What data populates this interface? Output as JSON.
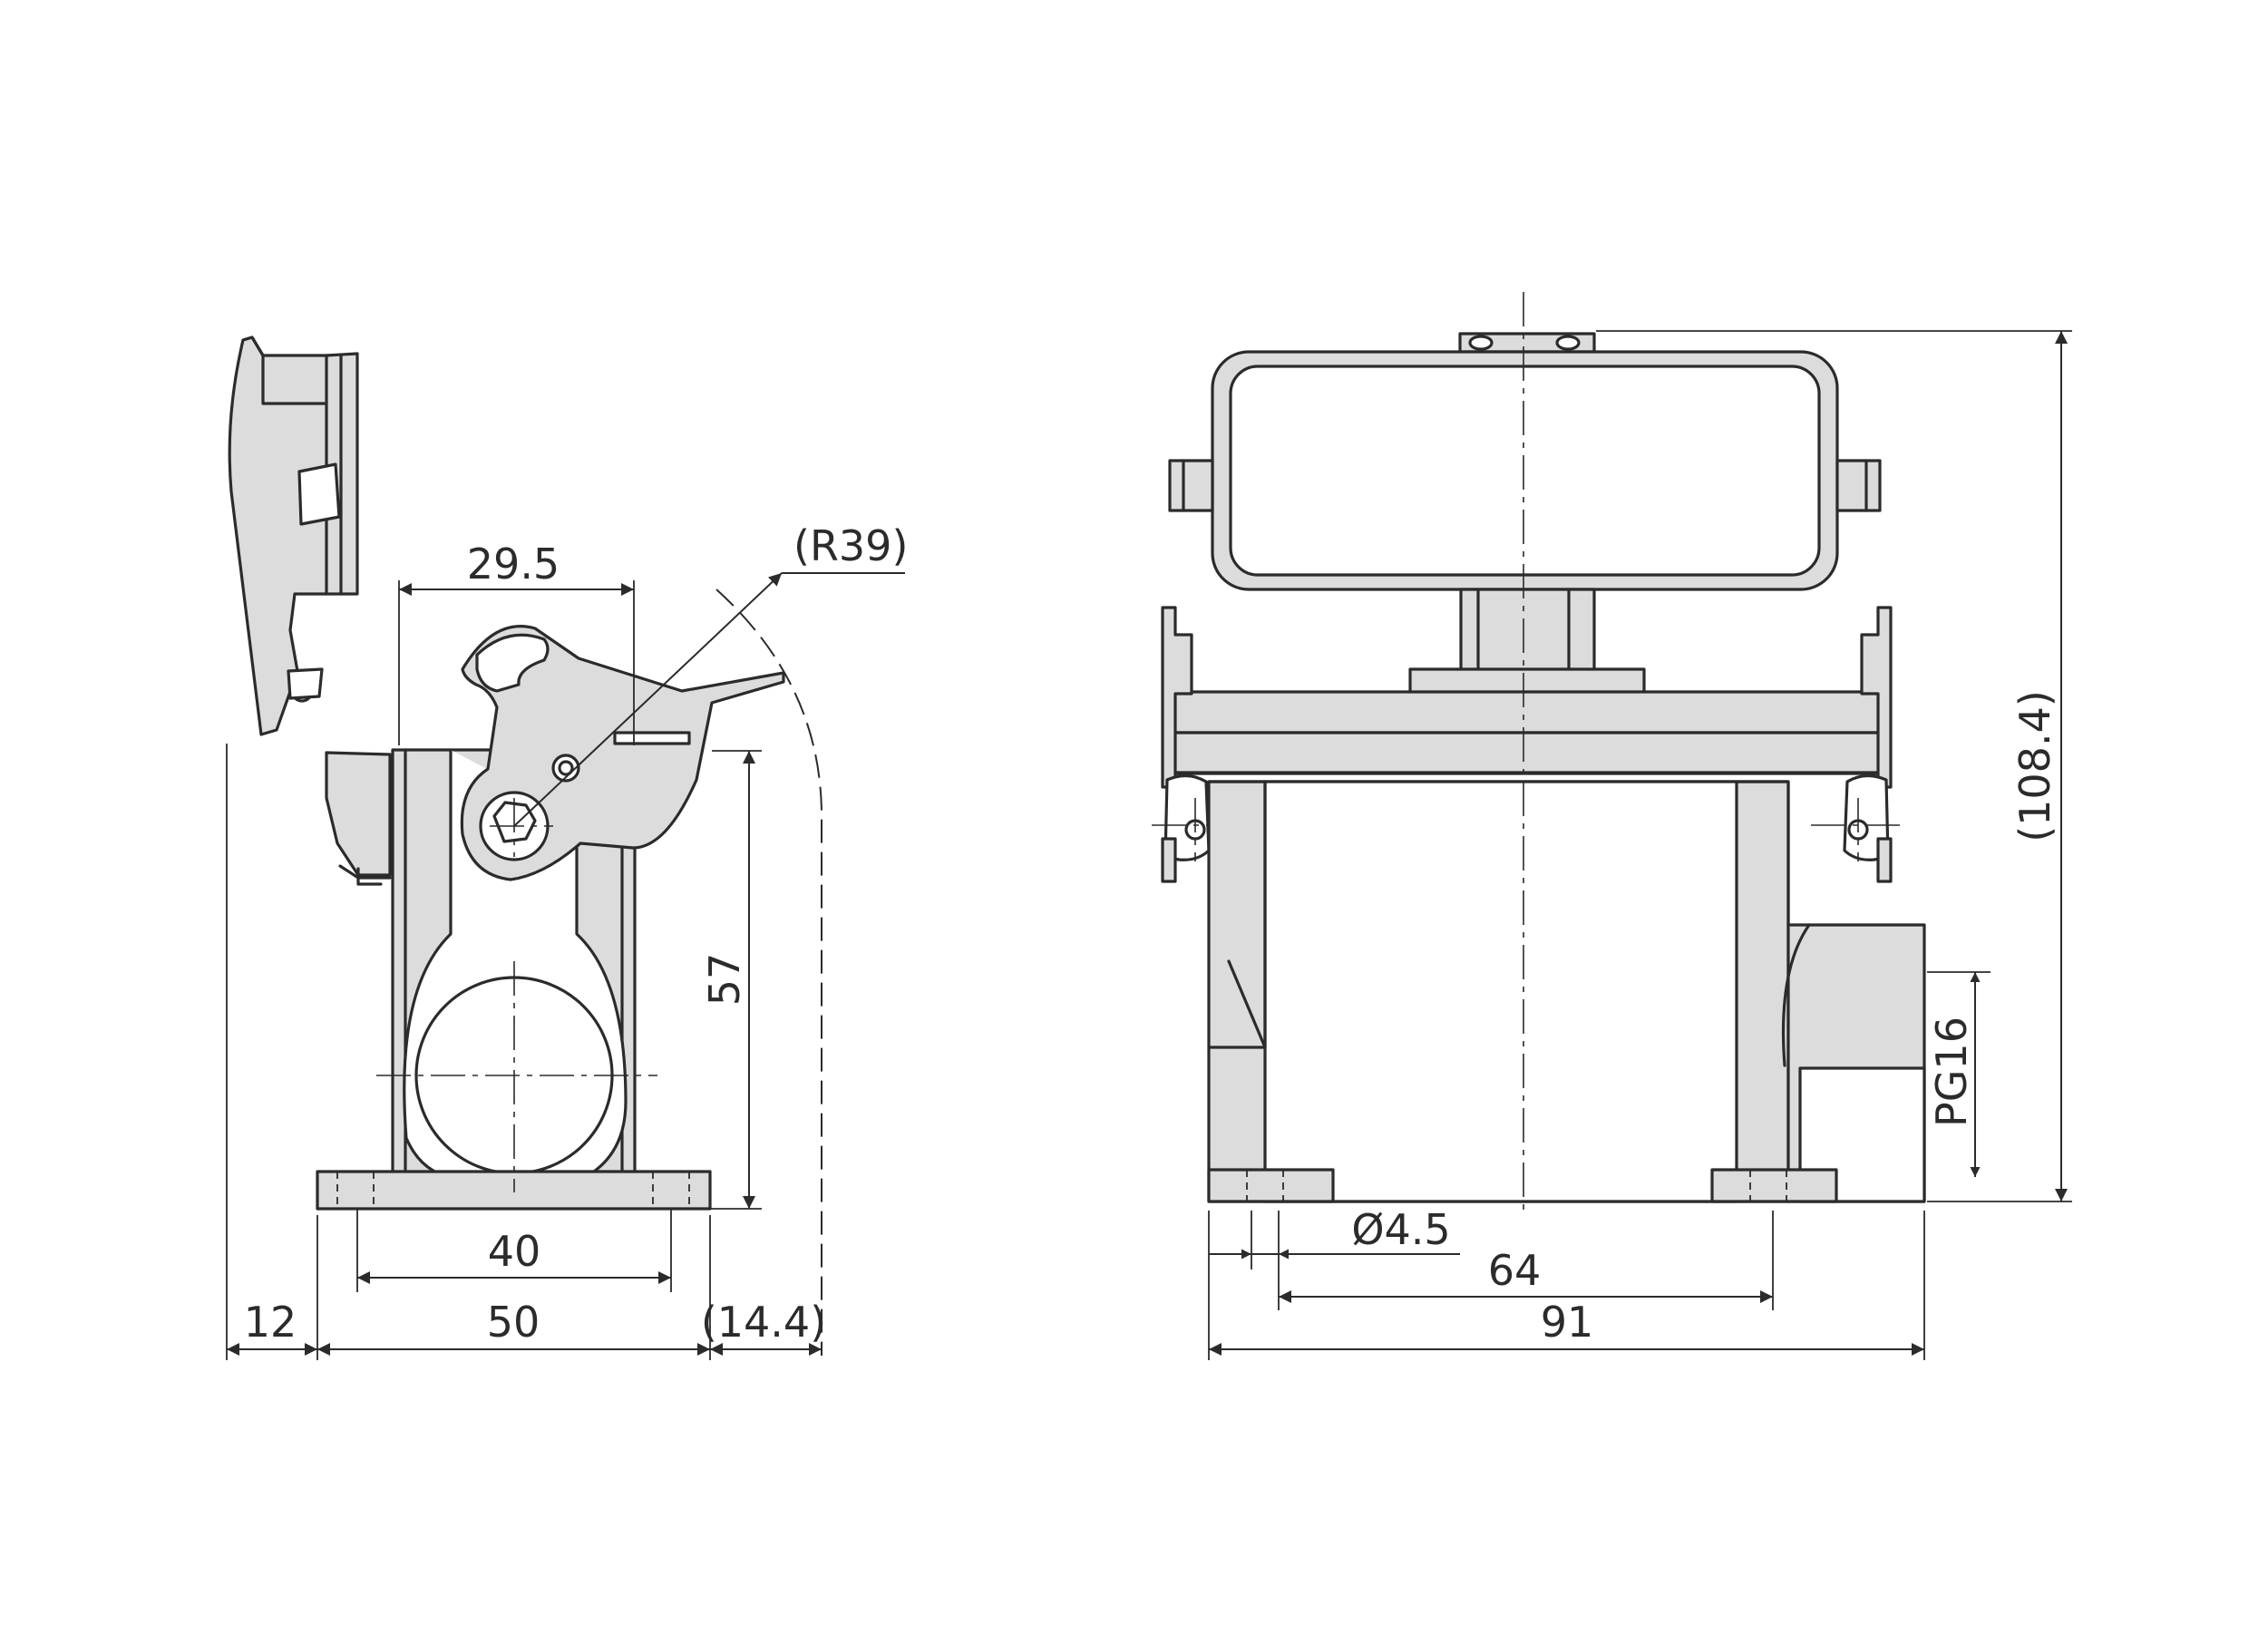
{
  "labels": {
    "overall_height": "(108.4)",
    "lever_radius": "(R39)",
    "pivot_offset": "29.5",
    "pivot_height": "57",
    "hole_spacing_side": "40",
    "base_width": "50",
    "cover_overhang": "12",
    "lever_overhang": "(14.4)",
    "hole_diameter": "Ø4.5",
    "hole_spacing_front": "64",
    "overall_width": "91",
    "cable_entry": "PG16"
  }
}
